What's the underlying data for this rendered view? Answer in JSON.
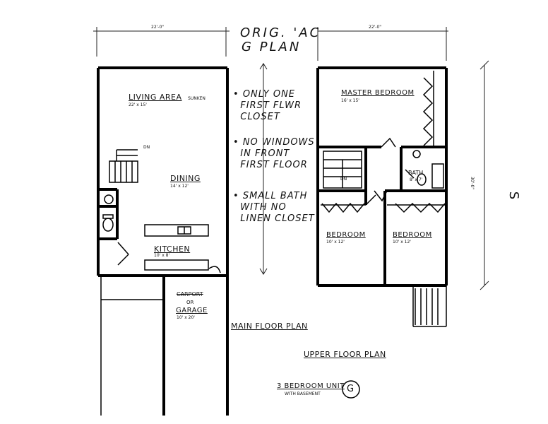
{
  "header": {
    "title_line1": "ORIG. 'AC",
    "title_line2": "G PLAN",
    "left_width": "22'-0\"",
    "right_width": "22'-0\""
  },
  "notes": [
    {
      "bullet": "•",
      "lines": [
        "ONLY ONE",
        "FIRST FLWR",
        "CLOSET"
      ]
    },
    {
      "bullet": "•",
      "lines": [
        "NO WINDOWS",
        "IN FRONT",
        "FIRST FLOOR"
      ]
    },
    {
      "bullet": "•",
      "lines": [
        "SMALL BATH",
        "WITH NO",
        "LINEN CLOSET"
      ]
    }
  ],
  "main_floor": {
    "living": {
      "label": "LIVING AREA",
      "tag": "SUNKEN",
      "size": "22' x 15'"
    },
    "dining": {
      "label": "DINING",
      "size": "14' x 12'"
    },
    "kitchen": {
      "label": "KITCHEN",
      "size": "10' x 8'"
    },
    "carport": {
      "line1": "CARPORT",
      "line2": "OR",
      "line3": "GARAGE",
      "size": "10' x 20'"
    },
    "stair_mark": "DN",
    "caption": "MAIN FLOOR PLAN"
  },
  "upper_floor": {
    "master": {
      "label": "MASTER BEDROOM",
      "size": "16' x 15'"
    },
    "bath": {
      "label": "BATH",
      "size": "8' x 7'"
    },
    "bedroom1": {
      "label": "BEDROOM",
      "size": "10' x 12'"
    },
    "bedroom2": {
      "label": "BEDROOM",
      "size": "10' x 12'"
    },
    "stair_mark": "DN",
    "depth": "30'-0\"",
    "caption": "UPPER FLOOR PLAN"
  },
  "unit": {
    "label": "3 BEDROOM UNIT",
    "sub": "WITH BASEMENT",
    "letter": "G"
  },
  "compass": {
    "letter": "S"
  }
}
